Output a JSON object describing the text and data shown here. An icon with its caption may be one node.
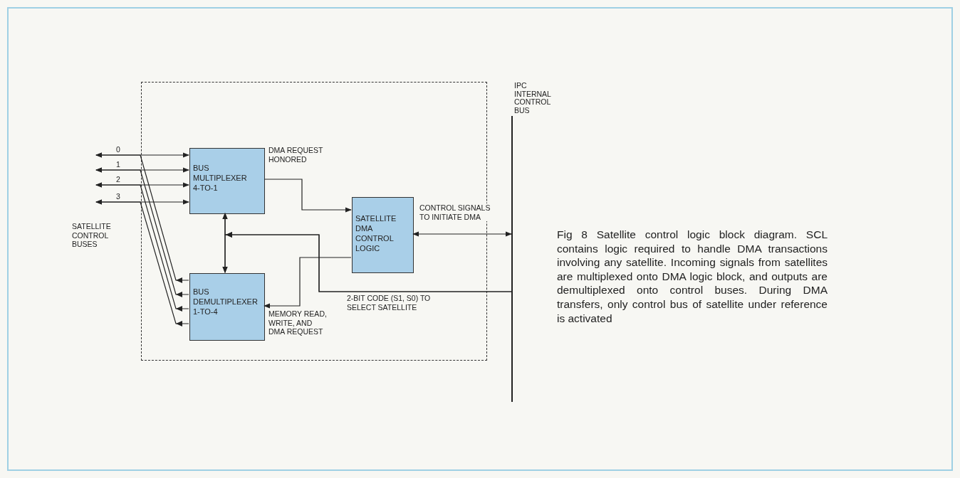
{
  "diagram": {
    "caption": "Fig 8  Satellite control logic block diagram. SCL contains logic required to handle DMA transactions involving any satellite. Incoming signals from satellites are multiplexed onto DMA logic block, and outputs are demultiplexed onto control buses. During DMA transfers, only control bus of satellite under reference is activated",
    "nodes": [
      {
        "text": [],
        "shape": "box"
      },
      {
        "text": [
          "BUS MULTIPLEXER 4-TO-1"
        ],
        "in": 0
      },
      {
        "text": [
          "SATELLITE DMA CONTROL LOGIC"
        ],
        "in": 0
      },
      {
        "text": [
          "BUS DEMULTIPLEXER 1-TO-4"
        ],
        "in": 0
      },
      {
        "text": [
          "IPC INTERNAL CONTROL BUS"
        ]
      }
    ],
    "edges": [
      {
        "from": null,
        "to": 1,
        "arrow": "both",
        "label": "0"
      },
      {
        "from": null,
        "to": 1,
        "arrow": "both",
        "label": "1"
      },
      {
        "from": null,
        "to": 1,
        "arrow": "both",
        "label": "2"
      },
      {
        "from": null,
        "to": 1,
        "arrow": "both",
        "label": "3"
      },
      {
        "from": 3,
        "to": null,
        "arrow": "to"
      },
      {
        "from": 3,
        "to": null,
        "arrow": "to"
      },
      {
        "from": 3,
        "to": null,
        "arrow": "to"
      },
      {
        "from": 3,
        "to": null,
        "arrow": "to"
      },
      {
        "from": 1,
        "to": 3,
        "arrow": "both"
      },
      {
        "from": 1,
        "to": 2,
        "arrow": "to",
        "label": "DMA REQUEST HONORED"
      },
      {
        "from": 2,
        "to": 4,
        "arrow": "both",
        "label": "CONTROL SIGNALS TO INITIATE DMA"
      },
      {
        "from": 4,
        "to": 1,
        "arrow": "to",
        "label": "2-BIT CODE (S1, S0) TO SELECT SATELLITE"
      },
      {
        "from": 2,
        "to": 3,
        "arrow": "to",
        "label": "MEMORY READ, WRITE, AND DMA REQUEST"
      },
      {
        "from": 4,
        "to": 3,
        "arrow": "to"
      }
    ],
    "labels": [
      "SATELLITE CONTROL BUSES"
    ]
  }
}
